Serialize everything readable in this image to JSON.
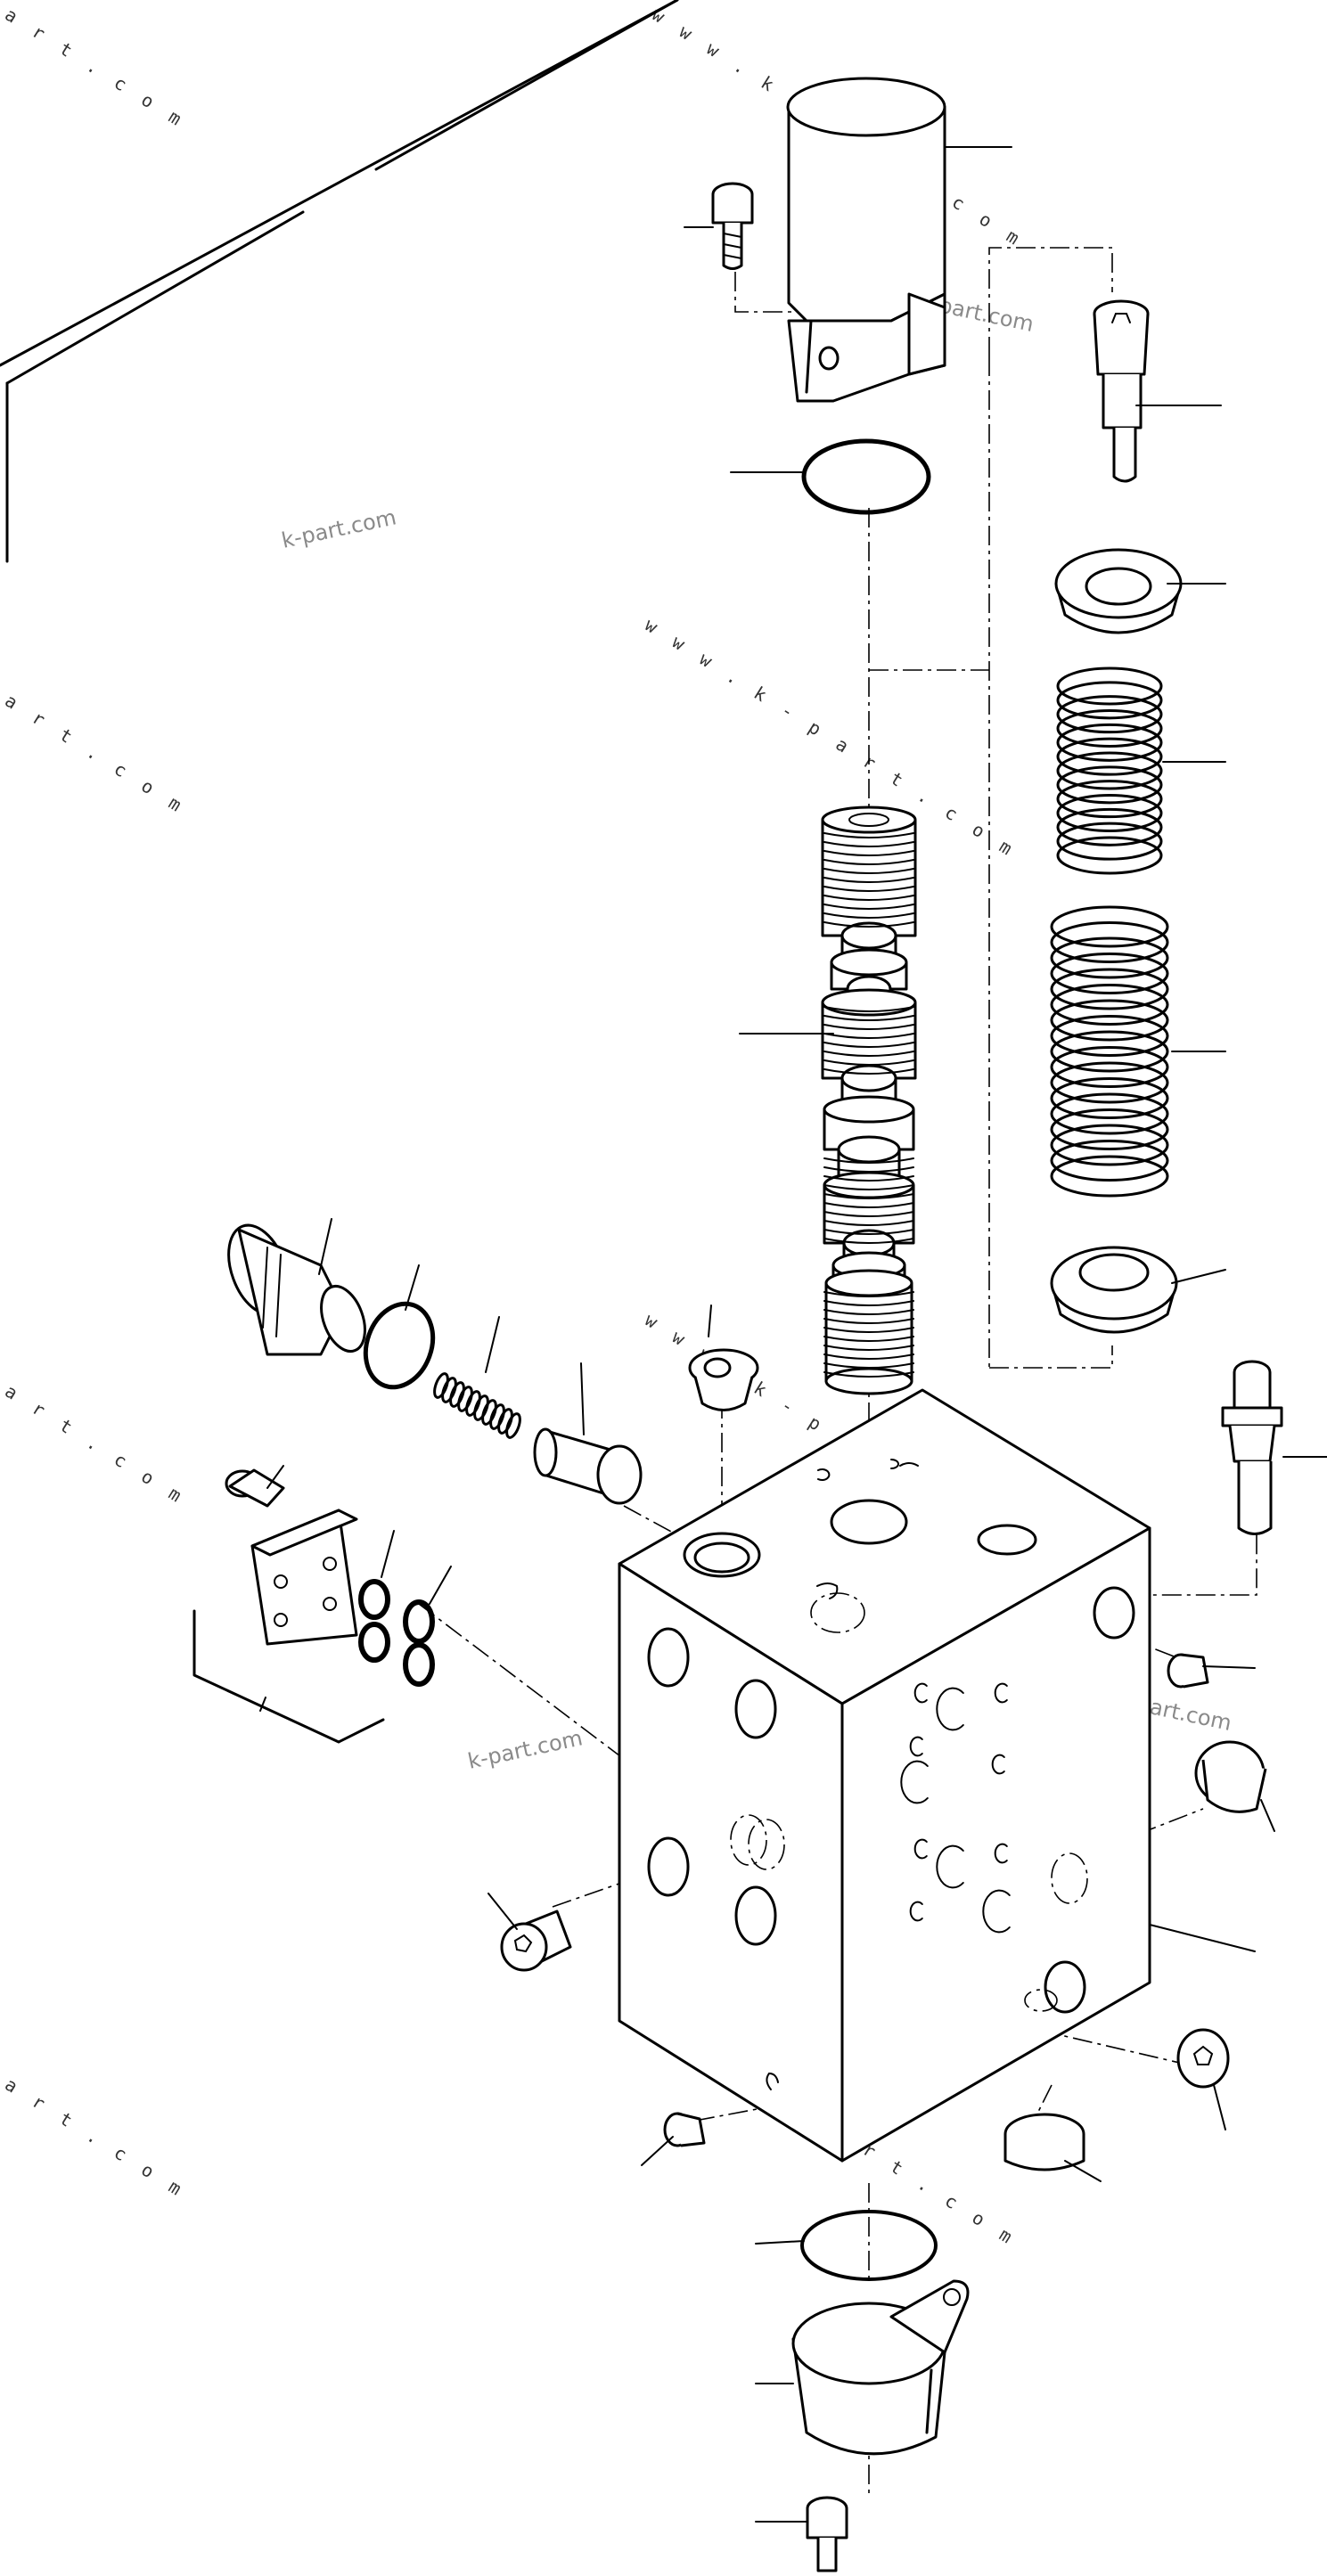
{
  "watermarks": {
    "url_spaced": "w w w . k - p a r t . c o m",
    "edge_fragment": "a r t . c o m",
    "brand": "k-part.com"
  }
}
